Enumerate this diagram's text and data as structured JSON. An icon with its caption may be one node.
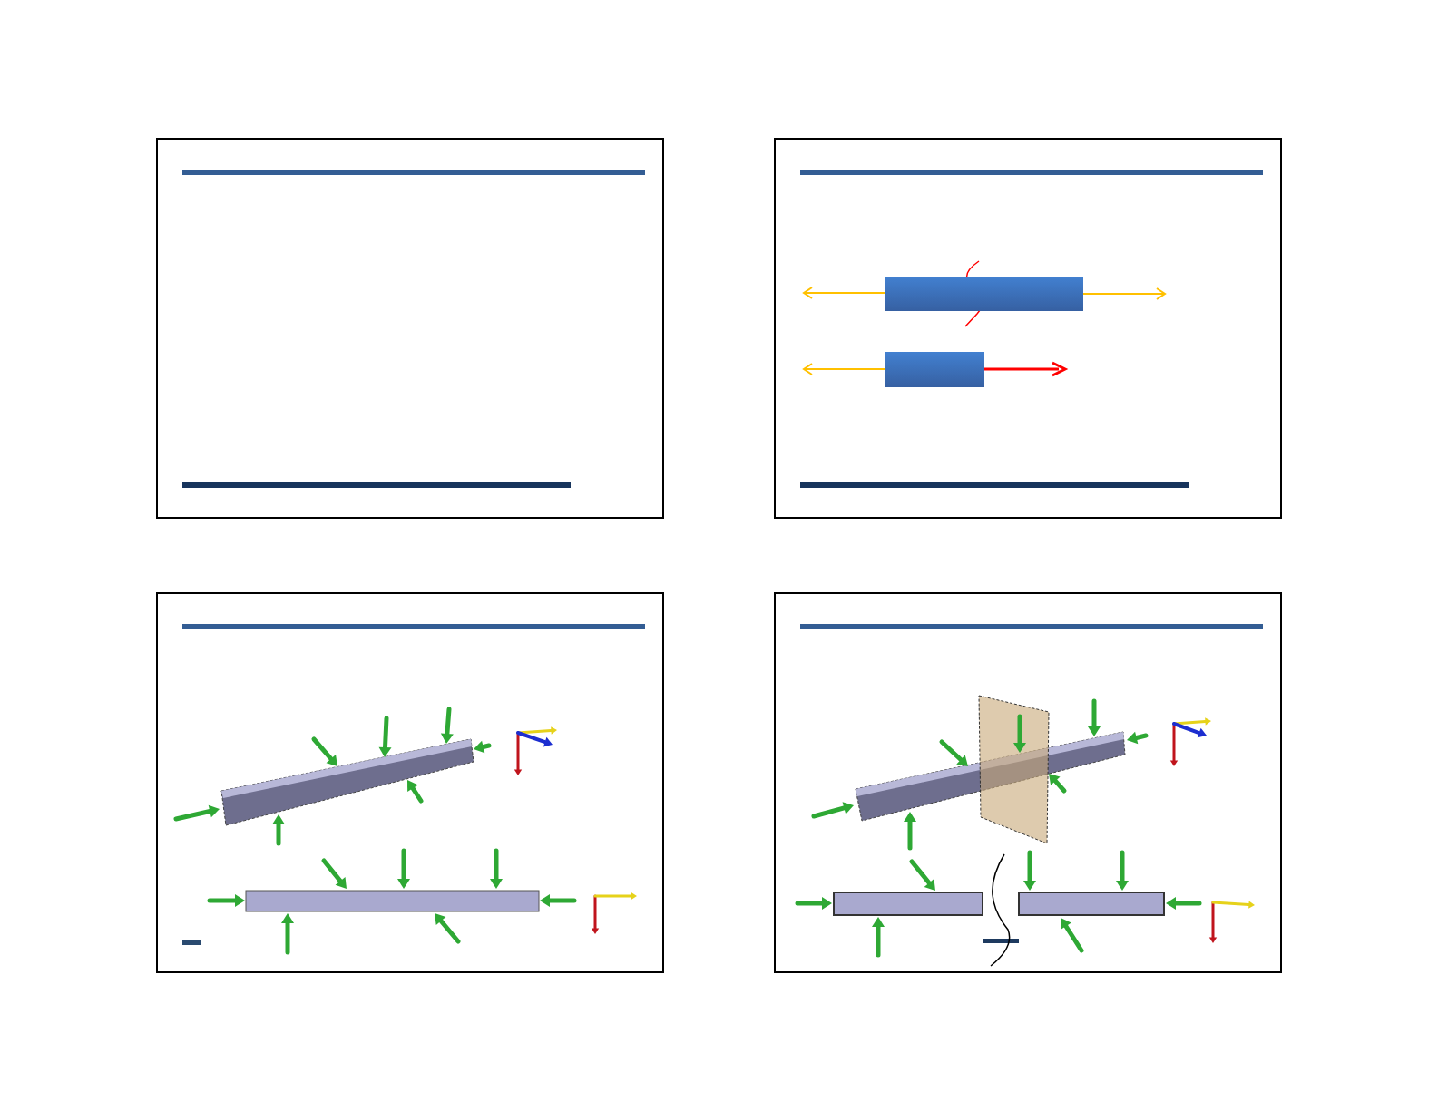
{
  "diagram": {
    "nodes": [
      {
        "text": [],
        "shape": "box"
      },
      {
        "text": [],
        "shape": "box"
      },
      {
        "text": [],
        "shape": "bar",
        "in": 1
      },
      {
        "text": [],
        "shape": "bar",
        "in": 1
      },
      {
        "text": [],
        "shape": "box"
      },
      {
        "text": [],
        "shape": "box"
      }
    ]
  }
}
